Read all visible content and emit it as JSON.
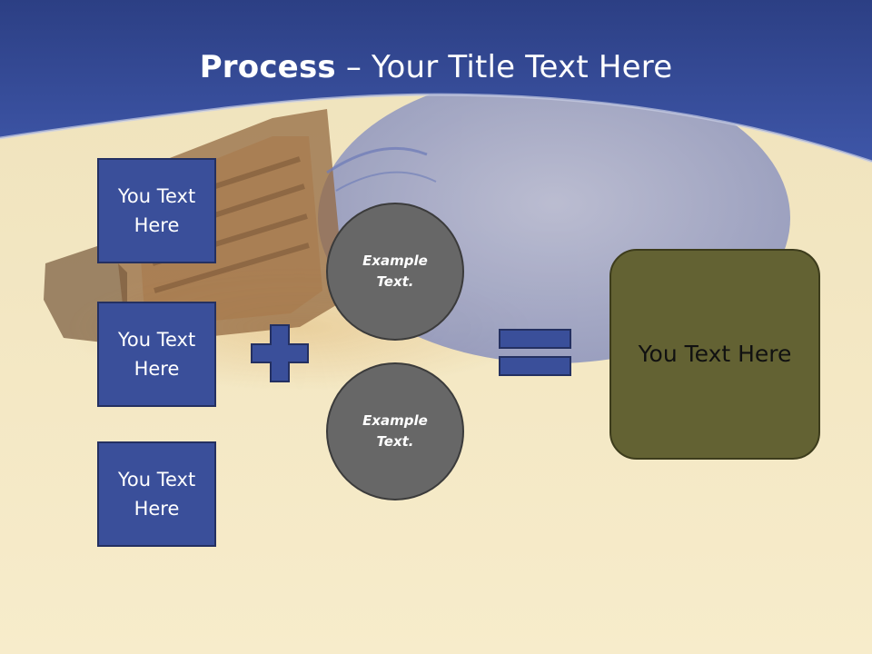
{
  "slide": {
    "title_bold": "Process",
    "title_rest": " – Your Title Text Here",
    "inputs": [
      "You Text Here",
      "You Text Here",
      "You Text Here"
    ],
    "circles": [
      "Example Text.",
      "Example Text."
    ],
    "result": "You Text Here"
  },
  "colors": {
    "header_blue": "#3a4f9a",
    "background": "#f6ebc8",
    "circle_gray": "#676767",
    "result_olive": "#636233"
  },
  "icons": {
    "plus": "plus-sign-icon",
    "equals": "equals-sign-icon",
    "background_image": "light-bulb-image"
  }
}
